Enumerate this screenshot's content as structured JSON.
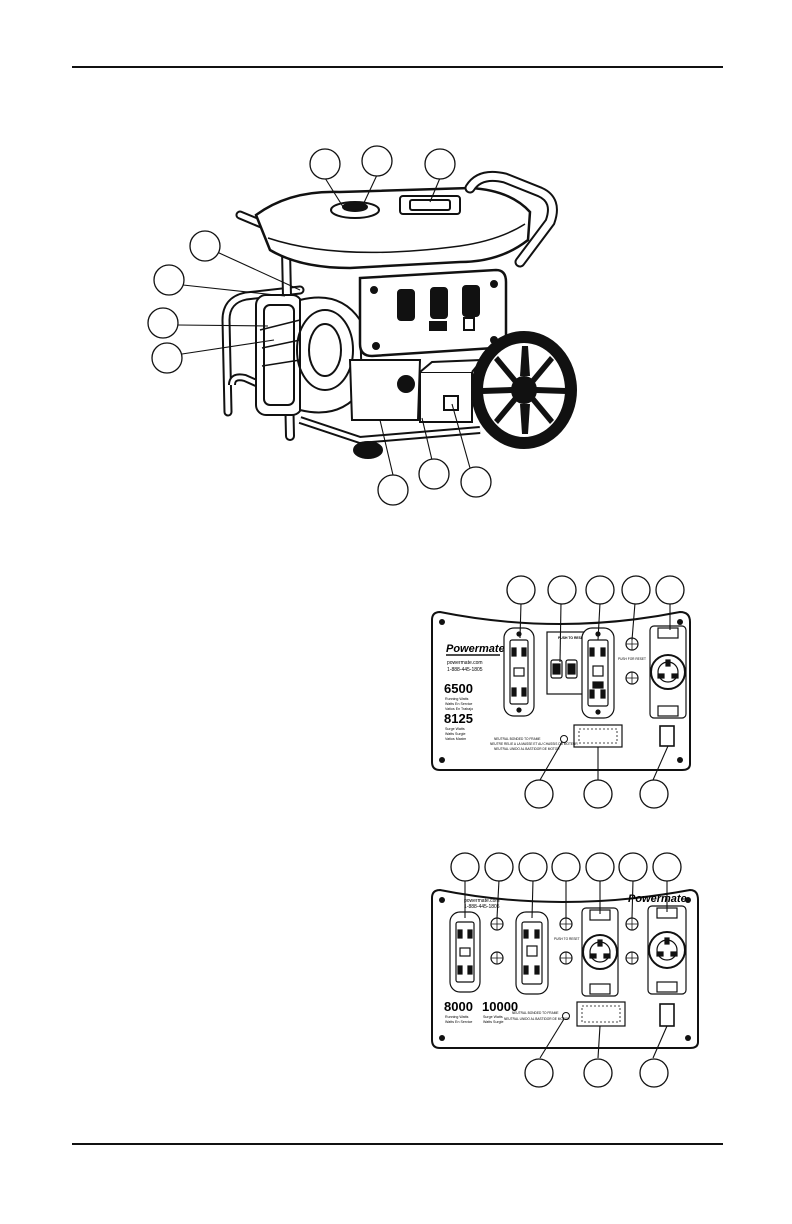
{
  "colors": {
    "ink": "#111111",
    "paper": "#ffffff"
  },
  "figure1": {
    "name": "generator-illustration"
  },
  "panel1": {
    "brand": "Powermate",
    "website": "powermate.com",
    "phone": "1-888-445-1805",
    "running_watts": "6500",
    "running_label": "Running Watts",
    "running_label_fr": "Watts En Service",
    "running_label_es": "Vatios En Trabajo",
    "surge_watts": "8125",
    "surge_label": "Surge Watts",
    "surge_label_fr": "Watts Surgie",
    "surge_label_es": "Vatios Maxim",
    "breaker_text": "PUSH TO RESET",
    "breaker_text2": "PUSH FOR RESET",
    "neutral_1": "NEUTRAL BONDED TO FRAME",
    "neutral_2": "NEUTRE RELIE A LA MASSE ET AU CHASSIS DU MOTEUR",
    "neutral_3": "NEUTRAL UNIDO AL BASTIDOR DE MOTOR"
  },
  "panel2": {
    "brand": "Powermate",
    "website": "powermate.com",
    "phone": "1-888-445-1805",
    "running_watts": "8000",
    "running_label": "Running Watts",
    "running_label2": "Watts En Service",
    "surge_watts": "10000",
    "surge_label": "Surge Watts",
    "surge_label2": "Watts Surgie",
    "breaker_text": "PUSH TO RESET",
    "neutral_1": "NEUTRAL BONDED TO FRAME",
    "neutral_2": "NEUTRAL UNIDO AL BASTIDOR DE MOTOR"
  }
}
